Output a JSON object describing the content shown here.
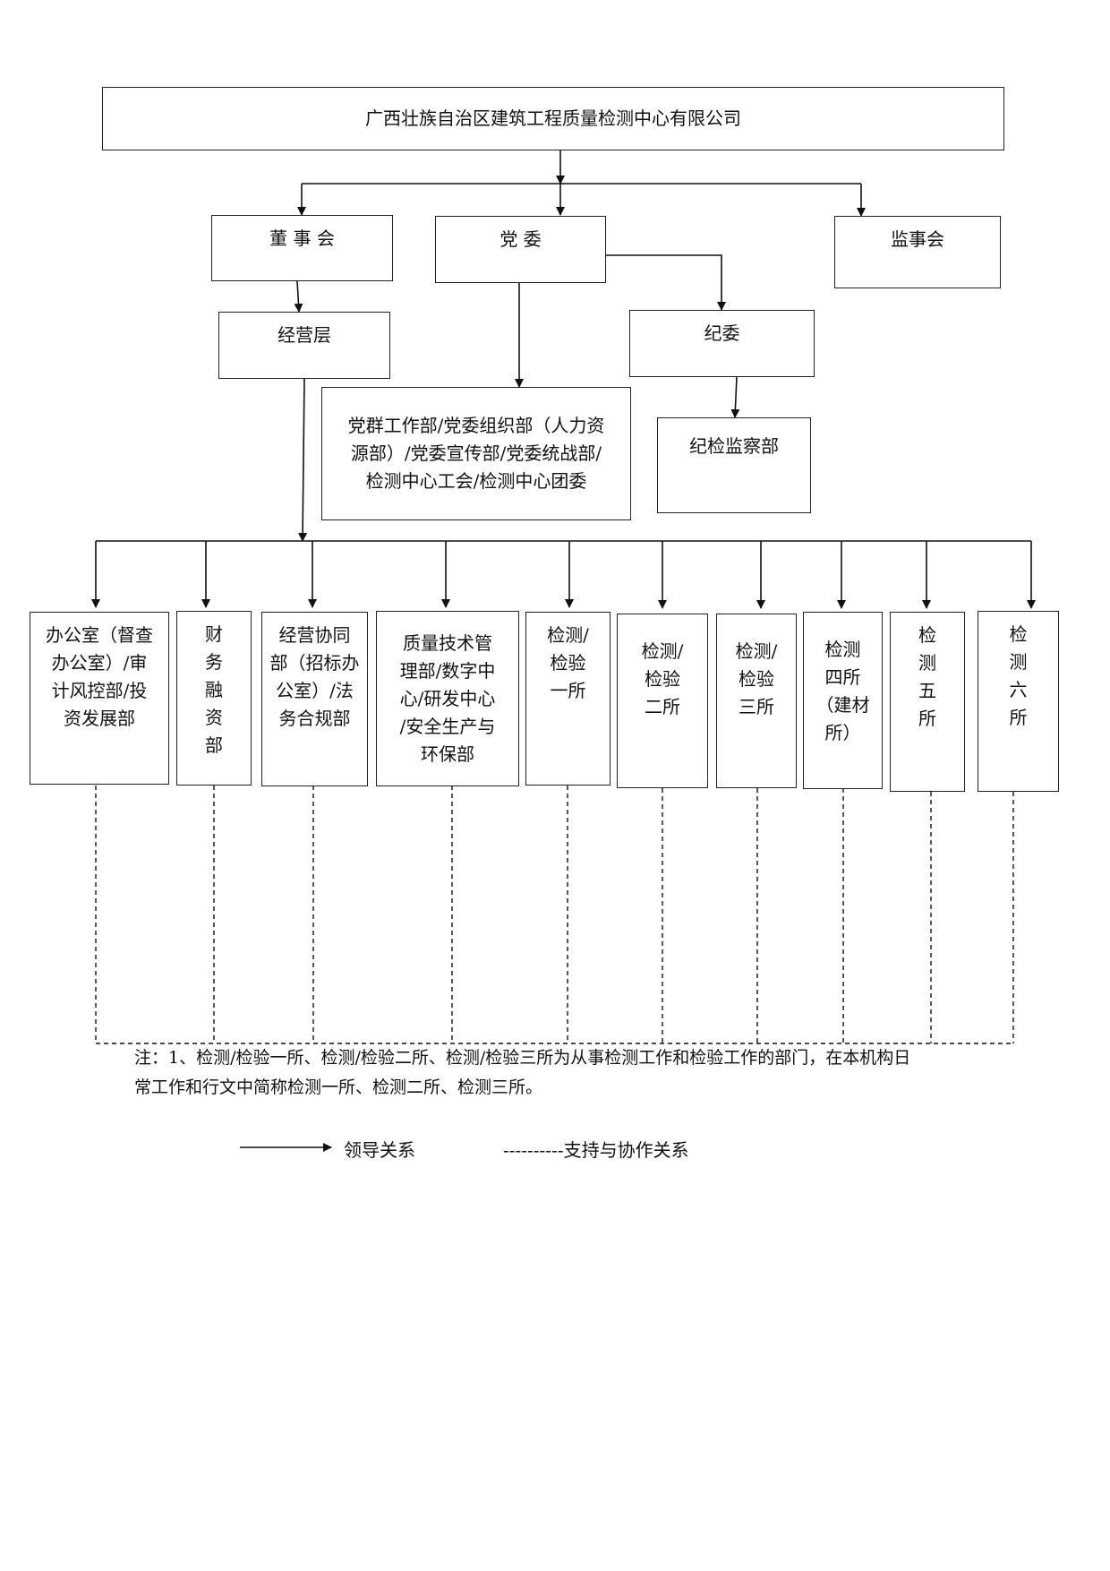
{
  "company": "广西壮族自治区建筑工程质量检测中心有限公司",
  "board": "董 事 会",
  "party": "党  委",
  "supervisors": "监事会",
  "management": "经营层",
  "discipline_committee": "纪委",
  "party_depts": "党群工作部/党委组织部（人力资\n源部）/党委宣传部/党委统战部/\n检测中心工会/检测中心团委",
  "discipline_dept": "纪检监察部",
  "departments": [
    "办公室（督查\n办公室）/审\n计风控部/投\n资发展部",
    "财\n务\n融\n资\n部",
    "经营协同\n部（招标办\n公室）/法\n务合规部",
    "质量技术管\n理部/数字中\n心/研发中心\n/安全生产与\n环保部",
    "检测/\n检验\n一所",
    "检测/\n检验\n二所",
    "检测/\n检验\n三所",
    "检测\n四所\n（建材\n所）",
    "检\n测\n五\n所",
    "检\n测\n六\n所"
  ],
  "note": "注：1、检测/检验一所、检测/检验二所、检测/检验三所为从事检测工作和检验工作的部门，在本机构日\n常工作和行文中简称检测一所、检测二所、检测三所。",
  "legend": {
    "leadership": "领导关系",
    "support": "----------支持与协作关系"
  }
}
